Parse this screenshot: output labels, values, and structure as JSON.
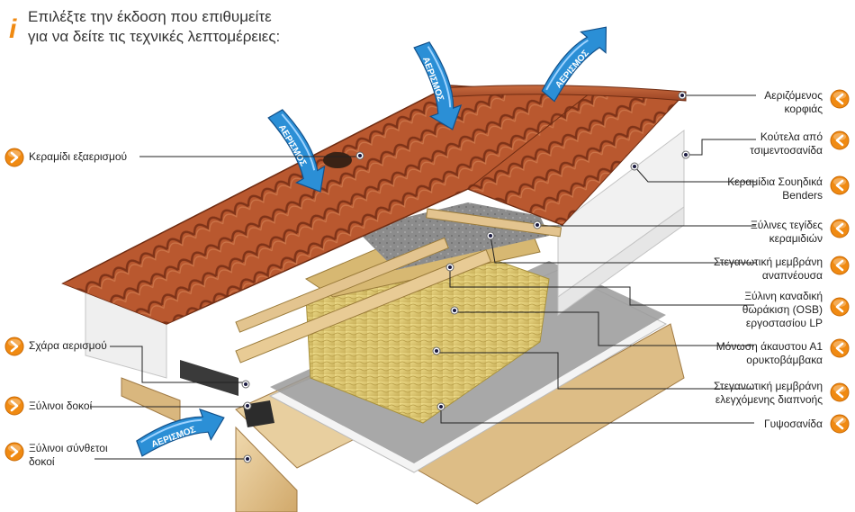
{
  "header": {
    "line1": "Επιλέξτε την έκδοση που επιθυμείτε",
    "line2": "για να δείτε τις τεχνικές λεπτομέρειες:"
  },
  "icons": {
    "info": "info-icon",
    "callout_button": "orange-chevron-button-icon",
    "airflow": "airflow-arrow-icon"
  },
  "colors": {
    "accent": "#f08a12",
    "tile": "#b4532c",
    "arrow": "#2b8fd6",
    "wood": "#e3c48f"
  },
  "airflow_label": "ΑΕΡΙΣΜΟΣ",
  "left_labels": [
    {
      "lines": [
        "Κεραμίδι εξαερισμού"
      ]
    },
    {
      "lines": [
        "Σχάρα αερισμού"
      ]
    },
    {
      "lines": [
        "Ξύλινοι δοκοί"
      ]
    },
    {
      "lines": [
        "Ξύλινοι σύνθετοι",
        "δοκοί"
      ]
    }
  ],
  "right_labels": [
    {
      "lines": [
        "Αεριζόμενος",
        "κορφιάς"
      ]
    },
    {
      "lines": [
        "Κούτελα από",
        "τσιμεντοσανίδα"
      ]
    },
    {
      "lines": [
        "Κεραμίδια Σουηδικά",
        "Benders"
      ]
    },
    {
      "lines": [
        "Ξύλινες τεγίδες",
        "κεραμιδιών"
      ]
    },
    {
      "lines": [
        "Στεγανωτική μεμβράνη",
        "αναπνέουσα"
      ]
    },
    {
      "lines": [
        "Ξύλινη καναδική",
        "θωράκιση (OSB)",
        "εργοστασίου LP"
      ]
    },
    {
      "lines": [
        "Μόνωση άκαυστου Α1",
        "ορυκτοβάμβακα"
      ]
    },
    {
      "lines": [
        "Στεγανωτική μεμβράνη",
        "ελεγχόμενης διαπνοής"
      ]
    },
    {
      "lines": [
        "Γυψοσανίδα"
      ]
    }
  ]
}
